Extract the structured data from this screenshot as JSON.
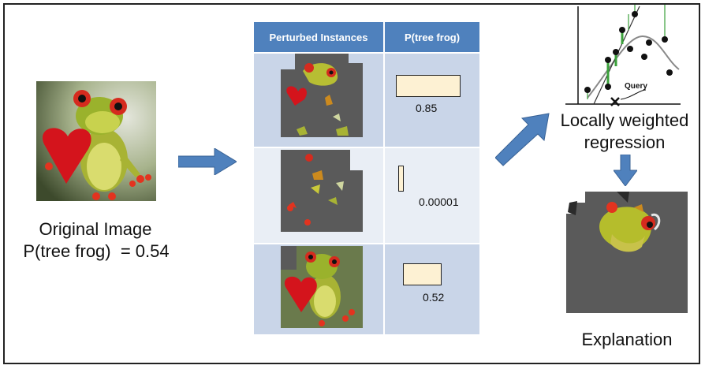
{
  "original": {
    "title": "Original Image",
    "probability": "P(tree frog)  = 0.54"
  },
  "table": {
    "col_instances": "Perturbed Instances",
    "col_probability": "P(tree frog)",
    "rows": [
      {
        "value": "0.85",
        "fill": 0.85
      },
      {
        "value": "0.00001",
        "fill": 1e-05
      },
      {
        "value": "0.52",
        "fill": 0.52
      }
    ]
  },
  "regression": {
    "query_label": "Query",
    "caption_line1": "Locally weighted",
    "caption_line2": "regression"
  },
  "explanation": {
    "caption": "Explanation"
  },
  "colors": {
    "header_blue": "#4f81bd",
    "row_dark": "#c9d5e8",
    "row_light": "#e9eef5",
    "arrow_blue": "#4f81bd",
    "bar_fill": "#fdf1d3",
    "mask_gray": "#5a5a5a"
  }
}
